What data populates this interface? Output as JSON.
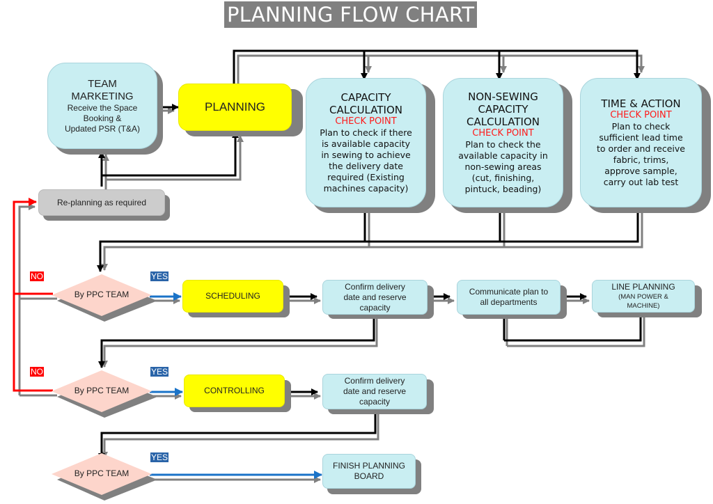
{
  "title": "PLANNING FLOW CHART",
  "colors": {
    "light_blue": "#c9eef2",
    "yellow": "#ffff00",
    "grey_box": "#cccccc",
    "diamond": "#fdd5cb",
    "shadow": "#808080",
    "check_point": "#ff1a1a",
    "no_label": "#ff0000",
    "yes_label": "#2a64a8",
    "yes_arrow": "#1a73c8",
    "no_line": "#ff0000"
  },
  "nodes": {
    "team_marketing": {
      "heading_1": "TEAM",
      "heading_2": "MARKETING",
      "body_1": "Receive the Space",
      "body_2": "Booking &",
      "body_3": "Updated PSR (T&A)"
    },
    "planning": {
      "label": "PLANNING"
    },
    "capacity_calc": {
      "heading_1": "CAPACITY",
      "heading_2": "CALCULATION",
      "check_point": "CHECK POINT",
      "body": [
        "Plan to check if there",
        "is available capacity",
        "in sewing to achieve",
        "the delivery date",
        "required (Existing",
        "machines capacity)"
      ]
    },
    "non_sewing_calc": {
      "heading_1": "NON-SEWING",
      "heading_2": "CAPACITY",
      "heading_3": "CALCULATION",
      "check_point": "CHECK POINT",
      "body": [
        "Plan to check the",
        "available capacity in",
        "non-sewing areas",
        "(cut, finishing,",
        "pintuck, beading)"
      ]
    },
    "time_action": {
      "heading_1": "TIME & ACTION",
      "check_point": "CHECK POINT",
      "body": [
        "Plan to check",
        "sufficient lead time",
        "to order and receive",
        "fabric, trims,",
        "approve sample,",
        "carry out lab test"
      ]
    },
    "replanning": {
      "label": "Re-planning as required"
    },
    "decision_1": {
      "label": "By PPC TEAM",
      "no": "NO",
      "yes": "YES"
    },
    "scheduling": {
      "label": "SCHEDULING"
    },
    "confirm_1": {
      "line_1": "Confirm delivery",
      "line_2": "date and reserve",
      "line_3": "capacity"
    },
    "communicate": {
      "line_1": "Communicate plan to",
      "line_2": "all departments"
    },
    "line_planning": {
      "line_1": "LINE PLANNING",
      "line_2": "(MAN POWER &",
      "line_3": "MACHINE)"
    },
    "decision_2": {
      "label": "By PPC TEAM",
      "no": "NO",
      "yes": "YES"
    },
    "controlling": {
      "label": "CONTROLLING"
    },
    "confirm_2": {
      "line_1": "Confirm delivery",
      "line_2": "date and reserve",
      "line_3": "capacity"
    },
    "decision_3": {
      "label": "By PPC TEAM",
      "yes": "YES"
    },
    "finish": {
      "line_1": "FINISH PLANNING",
      "line_2": "BOARD"
    }
  }
}
